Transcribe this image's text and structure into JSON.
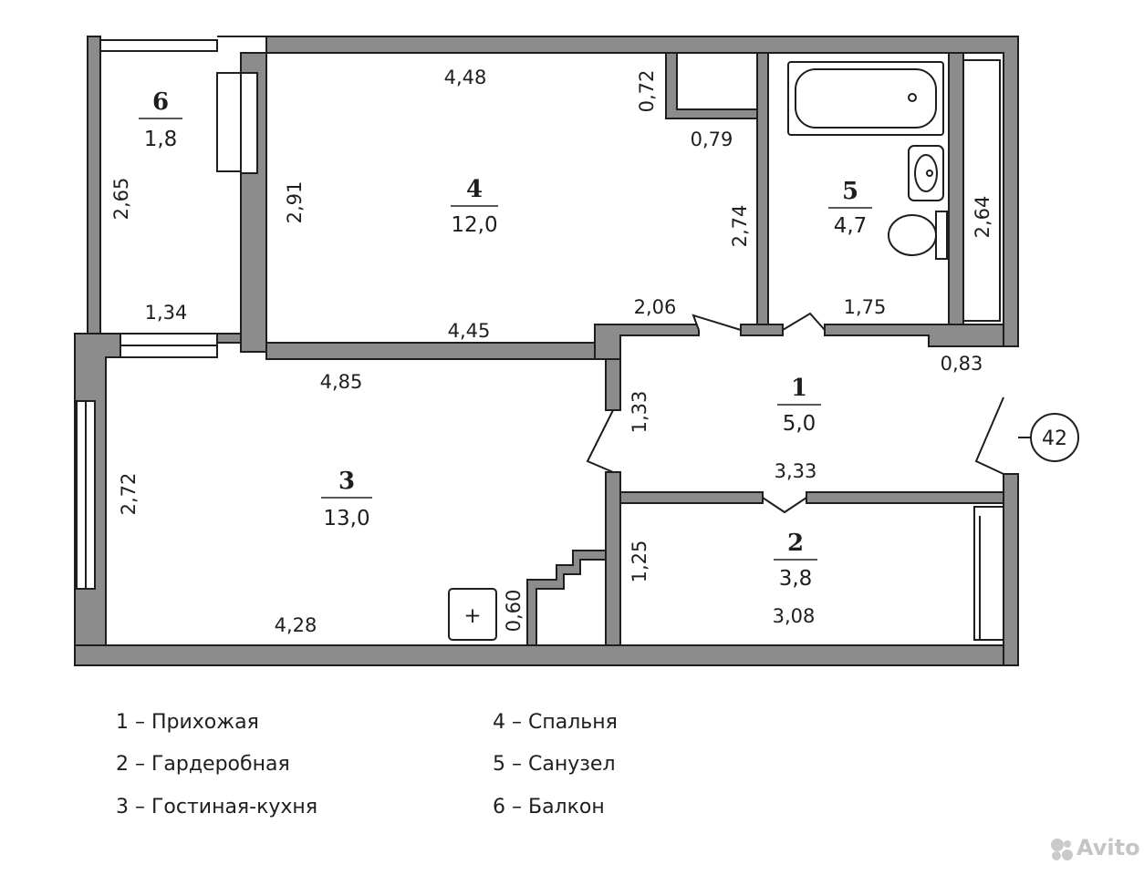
{
  "rooms": [
    {
      "id": "1",
      "number": "1",
      "area": "5,0"
    },
    {
      "id": "2",
      "number": "2",
      "area": "3,8"
    },
    {
      "id": "3",
      "number": "3",
      "area": "13,0"
    },
    {
      "id": "4",
      "number": "4",
      "area": "12,0"
    },
    {
      "id": "5",
      "number": "5",
      "area": "4,7"
    },
    {
      "id": "6",
      "number": "6",
      "area": "1,8"
    }
  ],
  "dimensions": {
    "r4_top": "4,48",
    "r4_bottom": "4,45",
    "r4_left": "2,91",
    "r4_right": "2,74",
    "closet_w": "0,72",
    "closet_d": "0,79",
    "r5_right": "2,64",
    "r5_bottom": "1,75",
    "r6_left": "2,65",
    "r6_bottom": "1,34",
    "r1_top": "2,06",
    "r1_right": "0,83",
    "r1_left": "1,33",
    "r1_bottom": "3,33",
    "r3_top": "4,85",
    "r3_left": "2,72",
    "r3_bottom": "4,28",
    "r3_niche": "0,60",
    "r2_left": "1,25",
    "r2_bottom": "3,08"
  },
  "flat_number": "42",
  "vent_symbol": "+",
  "legend": [
    "1 – Прихожая",
    "2 – Гардеробная",
    "3 – Гостиная-кухня",
    "4 – Спальня",
    "5 – Санузел",
    "6 – Балкон"
  ],
  "watermark": "Avito",
  "colors": {
    "wall": "#8c8c8c",
    "wall_outline": "#1e1e1e",
    "ink": "#1e1e1e"
  }
}
